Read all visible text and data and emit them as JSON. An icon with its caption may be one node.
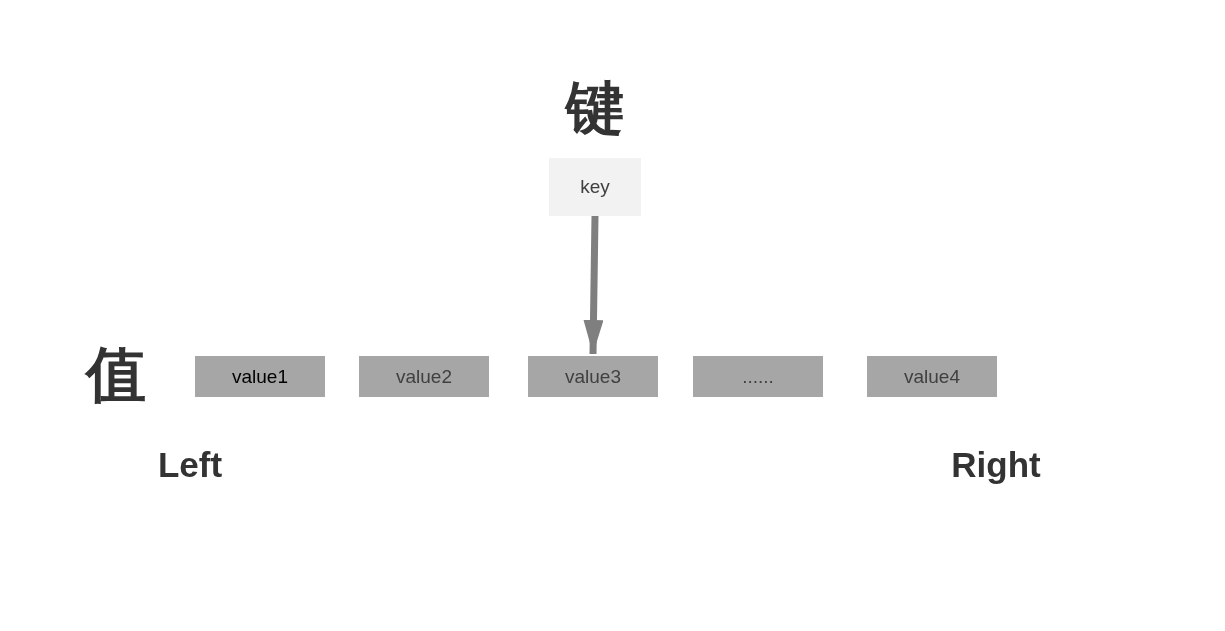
{
  "diagram": {
    "nodes": [
      {
        "text": [
          "key"
        ]
      },
      {
        "text": [
          "value1"
        ]
      },
      {
        "text": [
          "value2"
        ]
      },
      {
        "text": [
          "value3"
        ]
      },
      {
        "text": [
          "......"
        ]
      },
      {
        "text": [
          "value4"
        ]
      }
    ],
    "edges": [
      {
        "from": 0,
        "to": 3,
        "arrow": "to"
      }
    ],
    "labels": [
      "键",
      "值",
      "Left",
      "Right"
    ]
  }
}
